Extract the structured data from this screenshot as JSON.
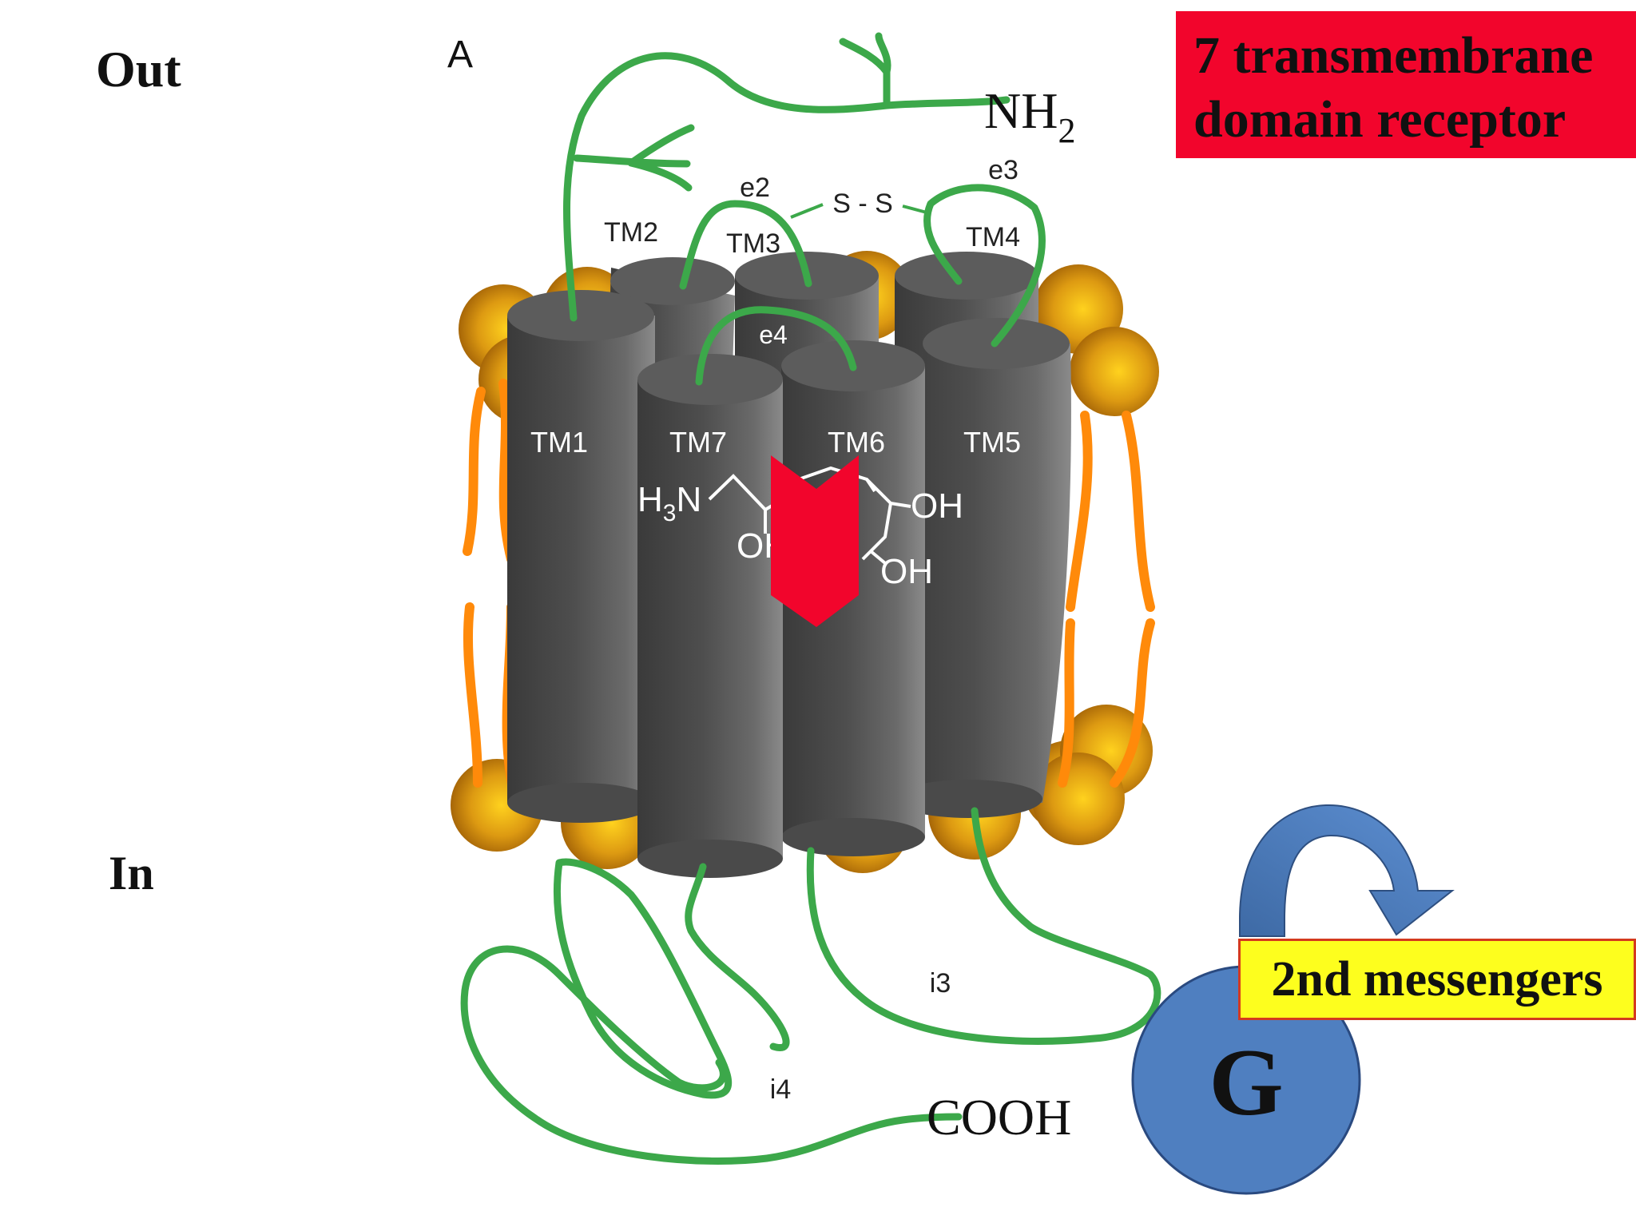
{
  "labels": {
    "out": "Out",
    "in": "In",
    "panel": "A",
    "nh2": "NH",
    "nh2_sub": "2",
    "cooh": "COOH",
    "ss": "S - S"
  },
  "title_box": {
    "line1": "7 transmembrane",
    "line2": "domain receptor"
  },
  "helices": {
    "tm1": "TM1",
    "tm2": "TM2",
    "tm3": "TM3",
    "tm4": "TM4",
    "tm5": "TM5",
    "tm6": "TM6",
    "tm7": "TM7"
  },
  "loops": {
    "e2": "e2",
    "e3": "e3",
    "e4": "e4",
    "i3": "i3",
    "i4": "i4"
  },
  "ligand": {
    "amine": "H",
    "amine_sub": "3",
    "amine_n": "N",
    "oh1": "OH",
    "oh2": "OH",
    "oh3": "OH"
  },
  "g_protein": {
    "label": "G"
  },
  "second_messengers": {
    "label": "2nd messengers"
  },
  "colors": {
    "loop": "#3ca84a",
    "helix": "#4a4a4a",
    "lipid_head": "#e0a216",
    "lipid_tail": "#ff8a0a",
    "arrow_red": "#f2052c",
    "g_blue": "#4f7fc0",
    "title_bg": "#f2052c",
    "messenger_bg": "#fdfe1e"
  }
}
